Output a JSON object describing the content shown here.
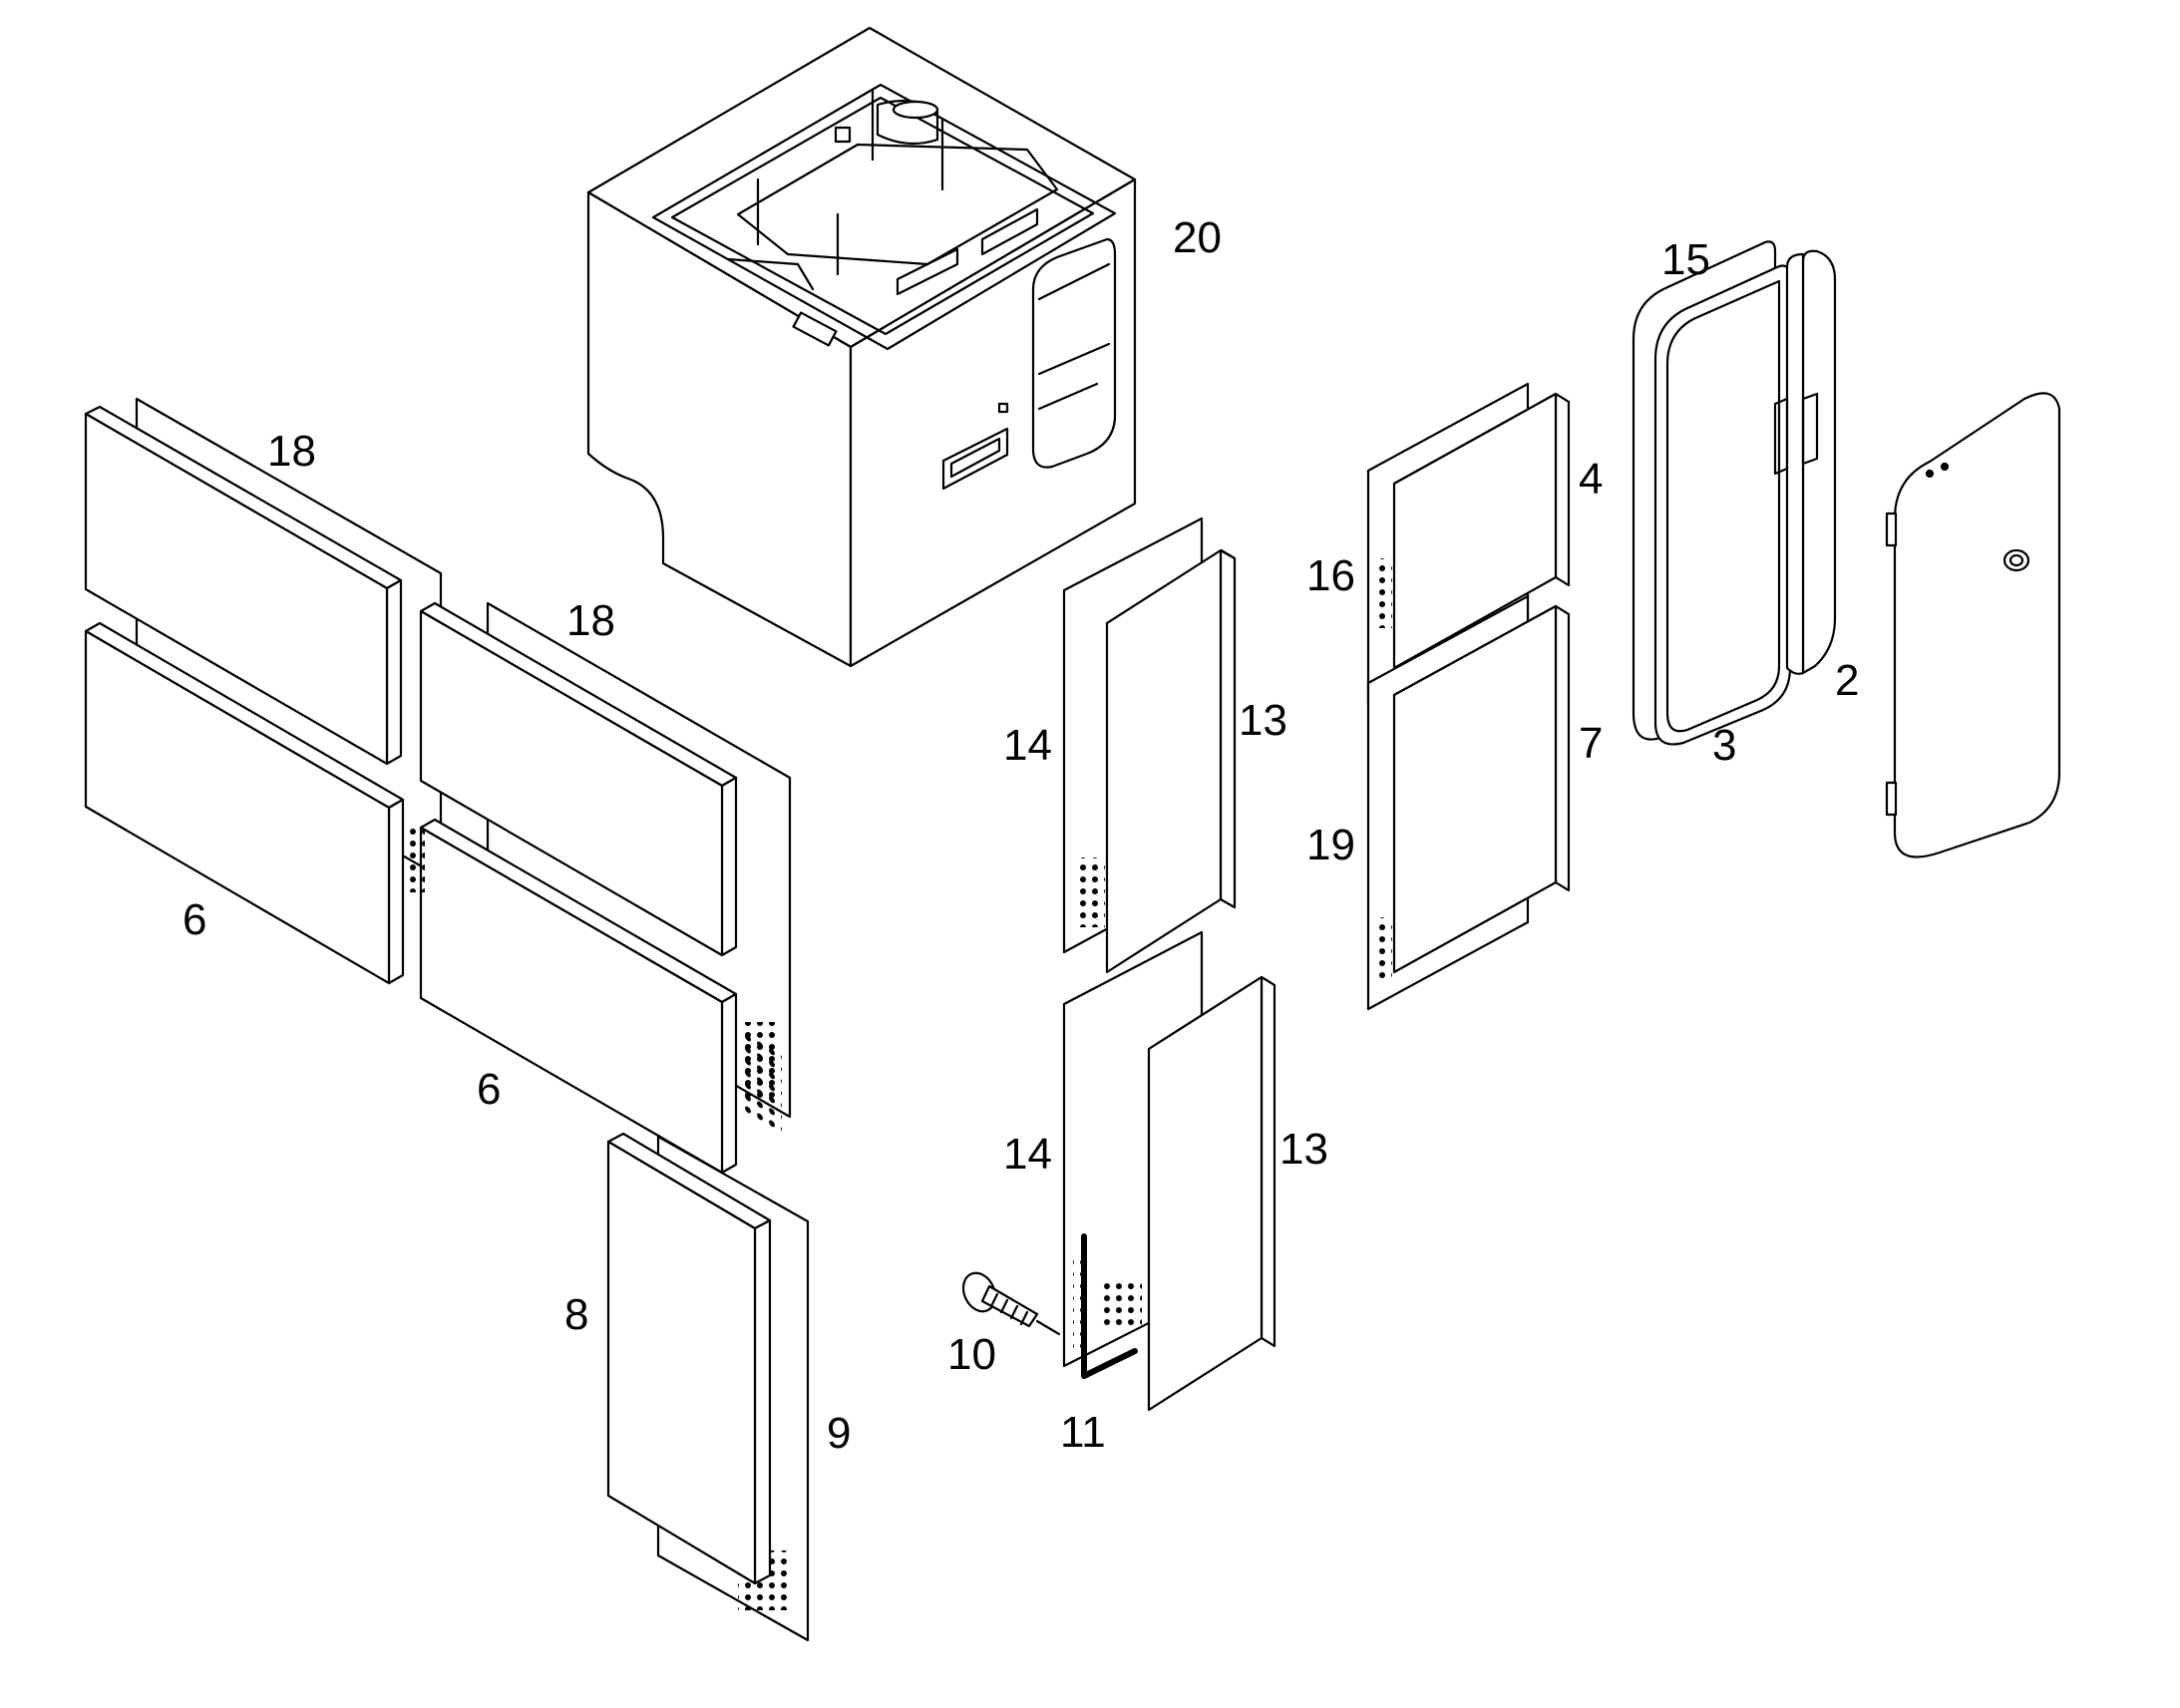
{
  "diagram": {
    "type": "exploded-parts-view",
    "line_color": "#000000",
    "fill_color": "#ffffff",
    "callouts": {
      "c2": "2",
      "c3": "3",
      "c4": "4",
      "c6a": "6",
      "c6b": "6",
      "c7": "7",
      "c8": "8",
      "c9": "9",
      "c10": "10",
      "c11": "11",
      "c13a": "13",
      "c13b": "13",
      "c14a": "14",
      "c14b": "14",
      "c15": "15",
      "c16": "16",
      "c18a": "18",
      "c18b": "18",
      "c19": "19",
      "c20": "20"
    }
  }
}
